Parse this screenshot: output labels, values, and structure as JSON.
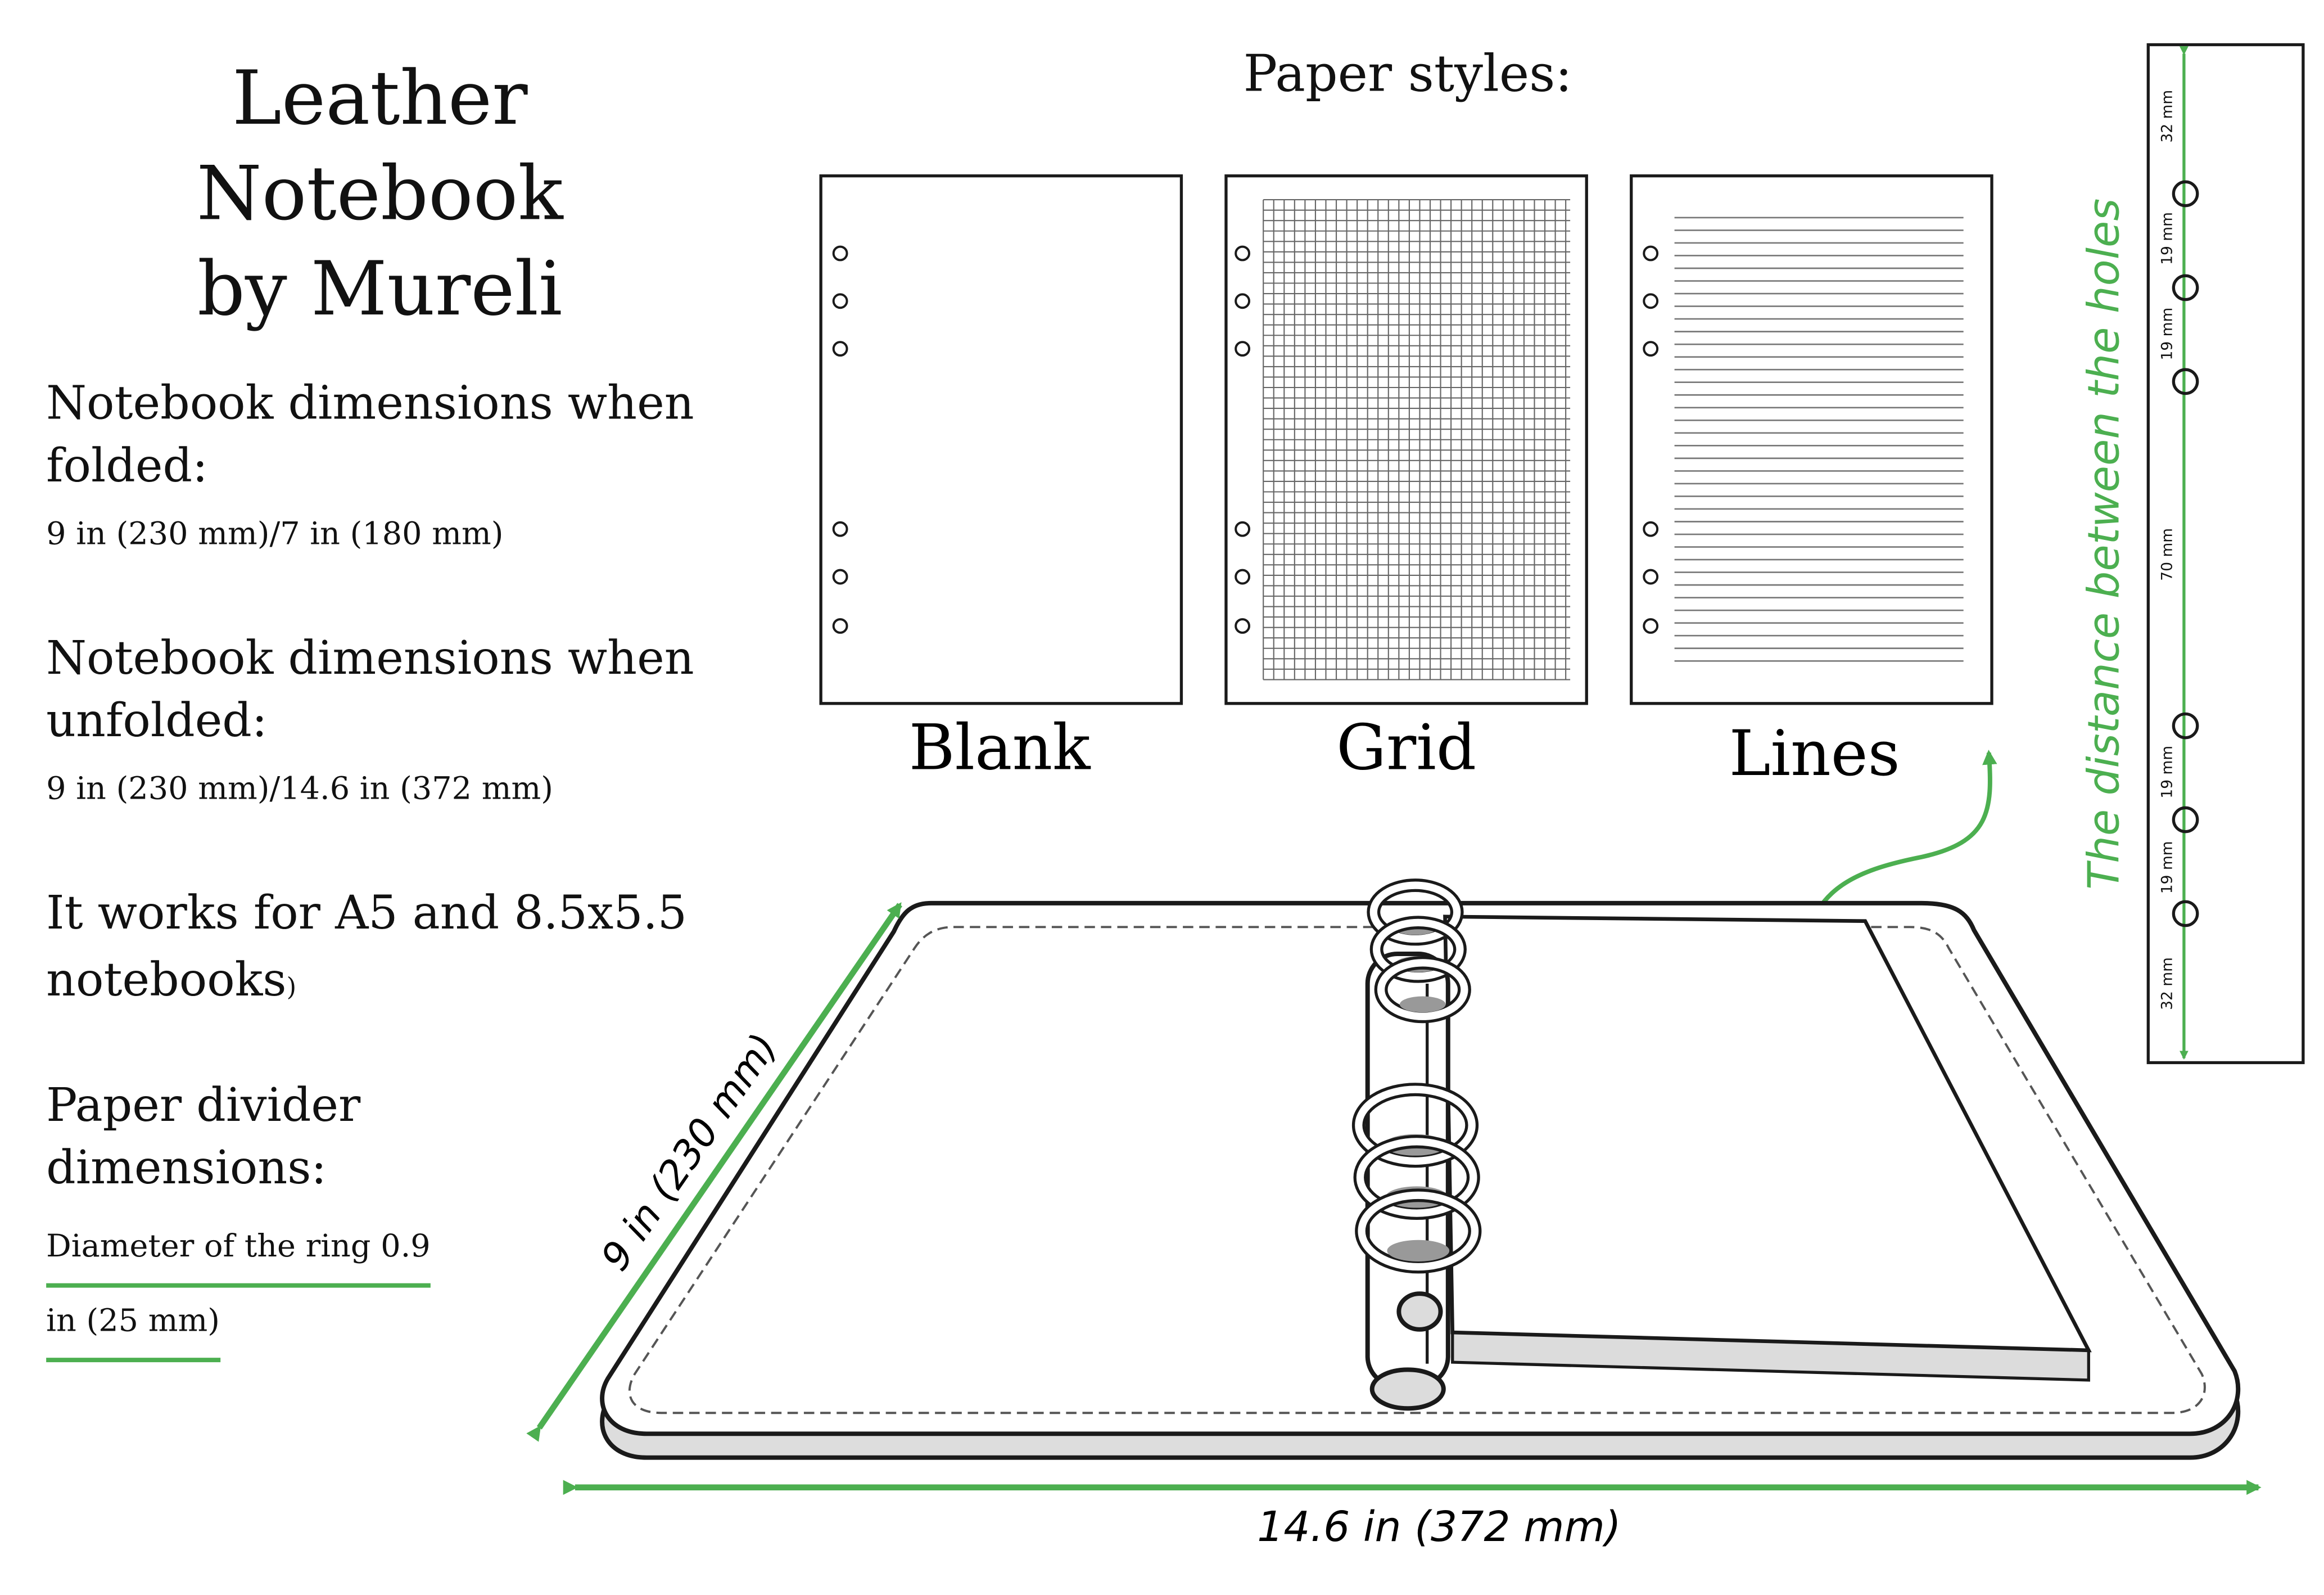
{
  "title": {
    "line1": "Leather Notebook",
    "line2": "by Mureli"
  },
  "specs": {
    "folded_heading_1": "Notebook dimensions when",
    "folded_heading_2": "folded:",
    "folded_value": "9 in (230 mm)/7 in (180 mm)",
    "unfolded_heading_1": "Notebook dimensions when",
    "unfolded_heading_2": "unfolded:",
    "unfolded_value": "9 in (230 mm)/14.6 in (372 mm)",
    "works_for_1": "It works for A5 and 8.5x5.5",
    "works_for_2": "notebooks",
    "works_for_paren": ")",
    "divider_heading_1": "Paper divider",
    "divider_heading_2": "dimensions:",
    "ring_diameter_1": "Diameter of the ring 0.9",
    "ring_diameter_2": "in (25 mm)"
  },
  "paper_styles": {
    "heading": "Paper styles:",
    "items": [
      {
        "label": "Blank"
      },
      {
        "label": "Grid"
      },
      {
        "label": "Lines"
      }
    ]
  },
  "holes_strip": {
    "caption": "The distance between the holes",
    "segments": [
      "32 mm",
      "19 mm",
      "19 mm",
      "70 mm",
      "19 mm",
      "19 mm",
      "32 mm"
    ]
  },
  "dimensions": {
    "height": "9 in (230 mm)",
    "width": "14.6 in (372 mm)"
  },
  "colors": {
    "accent": "#4caf50",
    "stroke": "#1a1a1a",
    "fill": "#ffffff",
    "gray": "#cccccc"
  }
}
